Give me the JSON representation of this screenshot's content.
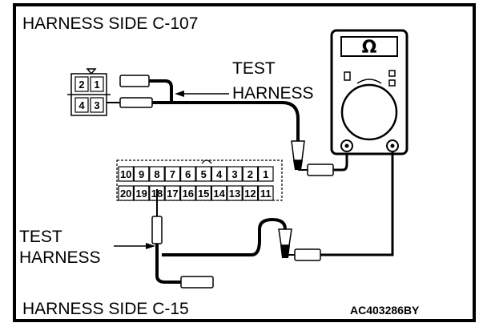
{
  "labels": {
    "top_title": "HARNESS SIDE C-107",
    "bottom_title": "HARNESS SIDE C-15",
    "test_harness_upper": [
      "TEST",
      "HARNESS"
    ],
    "test_harness_lower": [
      "TEST",
      "HARNESS"
    ],
    "figure_code": "AC403286BY",
    "meter_symbol": "Ω"
  },
  "connector_c107": {
    "top_row": [
      "2",
      "1"
    ],
    "bottom_row": [
      "4",
      "3"
    ]
  },
  "connector_c15": {
    "top_row": [
      "10",
      "9",
      "8",
      "7",
      "6",
      "5",
      "4",
      "3",
      "2",
      "1"
    ],
    "bottom_row": [
      "20",
      "19",
      "18",
      "17",
      "16",
      "15",
      "14",
      "13",
      "12",
      "11"
    ]
  },
  "colors": {
    "line": "#000000",
    "background": "#ffffff"
  }
}
